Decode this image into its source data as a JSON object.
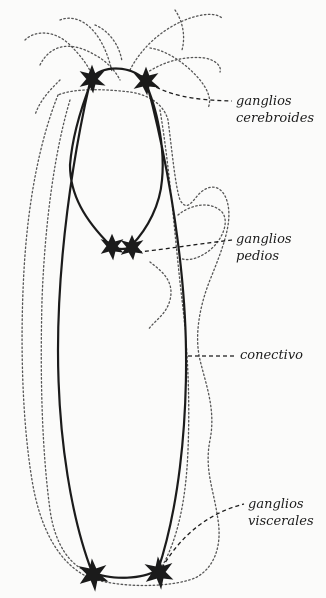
{
  "labels": {
    "cerebral": [
      "ganglios",
      "cerebroides"
    ],
    "pedal": [
      "ganglios",
      "pedios"
    ],
    "connective": "conectivo",
    "visceral": [
      "ganglios",
      "viscerales"
    ]
  },
  "colors": {
    "ink": "#1b1b1b",
    "outline": "#555555",
    "background": "#fbfbfa"
  }
}
